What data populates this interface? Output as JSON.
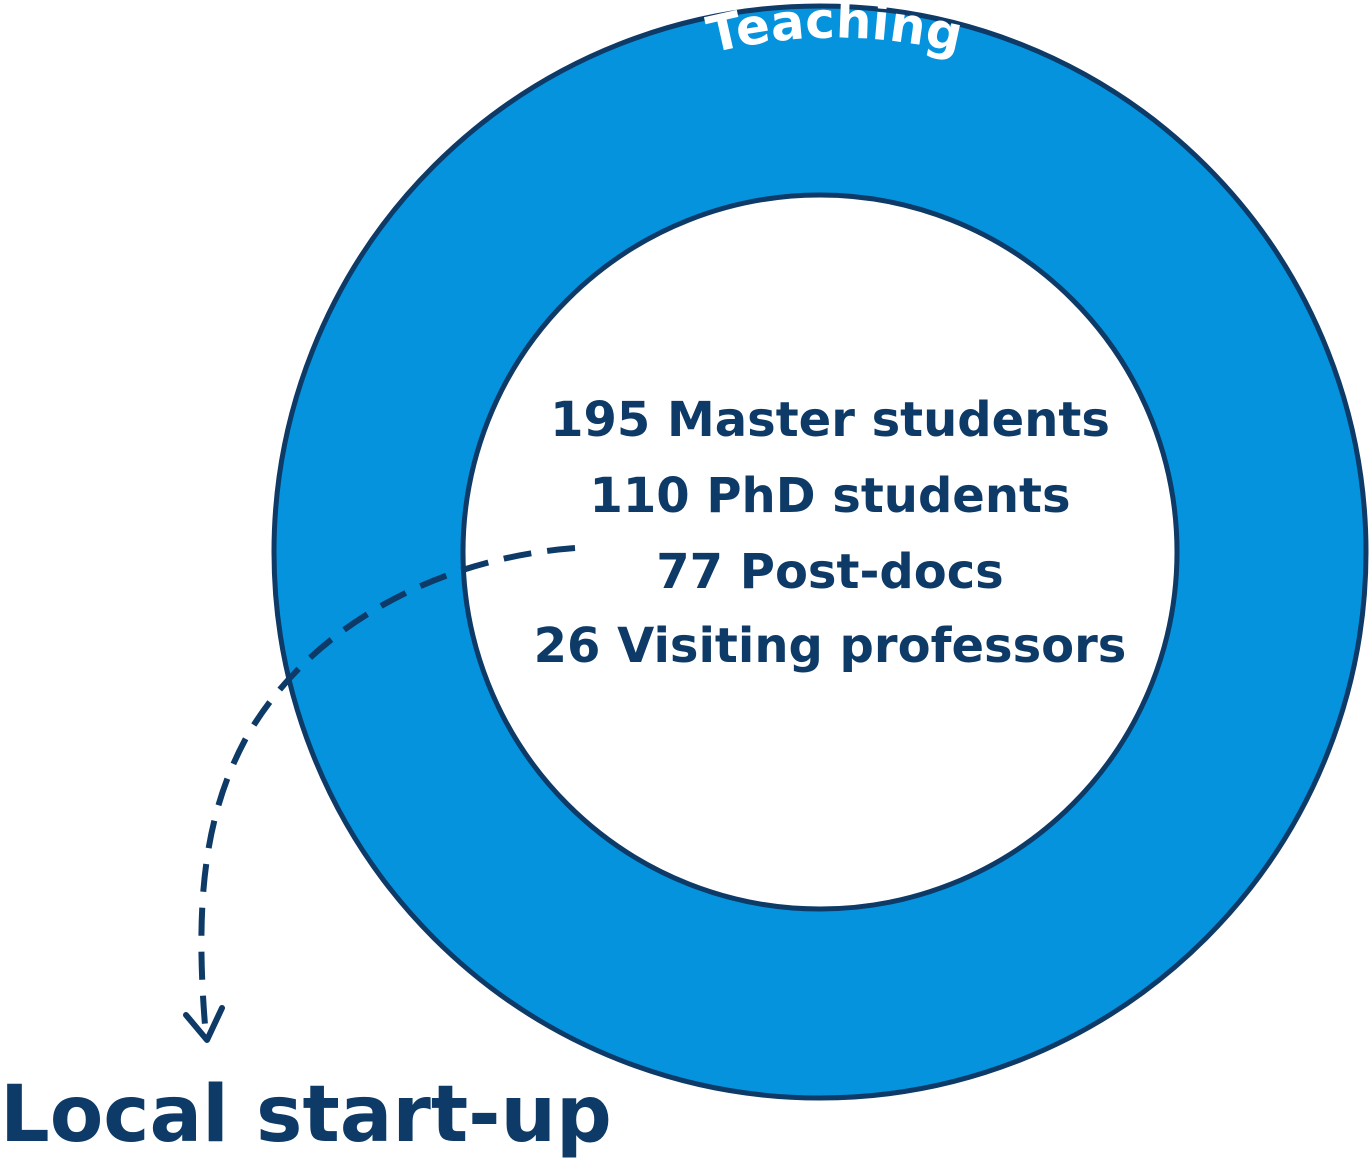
{
  "outer_ring": {
    "label": "Teaching",
    "fill_color": "#0593de",
    "stroke_color": "#0d3a66"
  },
  "inner_circle": {
    "fill_color": "#ffffff",
    "stats": [
      "195 Master students",
      "110 PhD students",
      "77 Post-docs",
      "26 Visiting professors"
    ]
  },
  "arrow": {
    "style": "dashed",
    "direction": "from inner circle out to the start-up label",
    "color": "#0d3a66"
  },
  "external_label": "Local start-up"
}
